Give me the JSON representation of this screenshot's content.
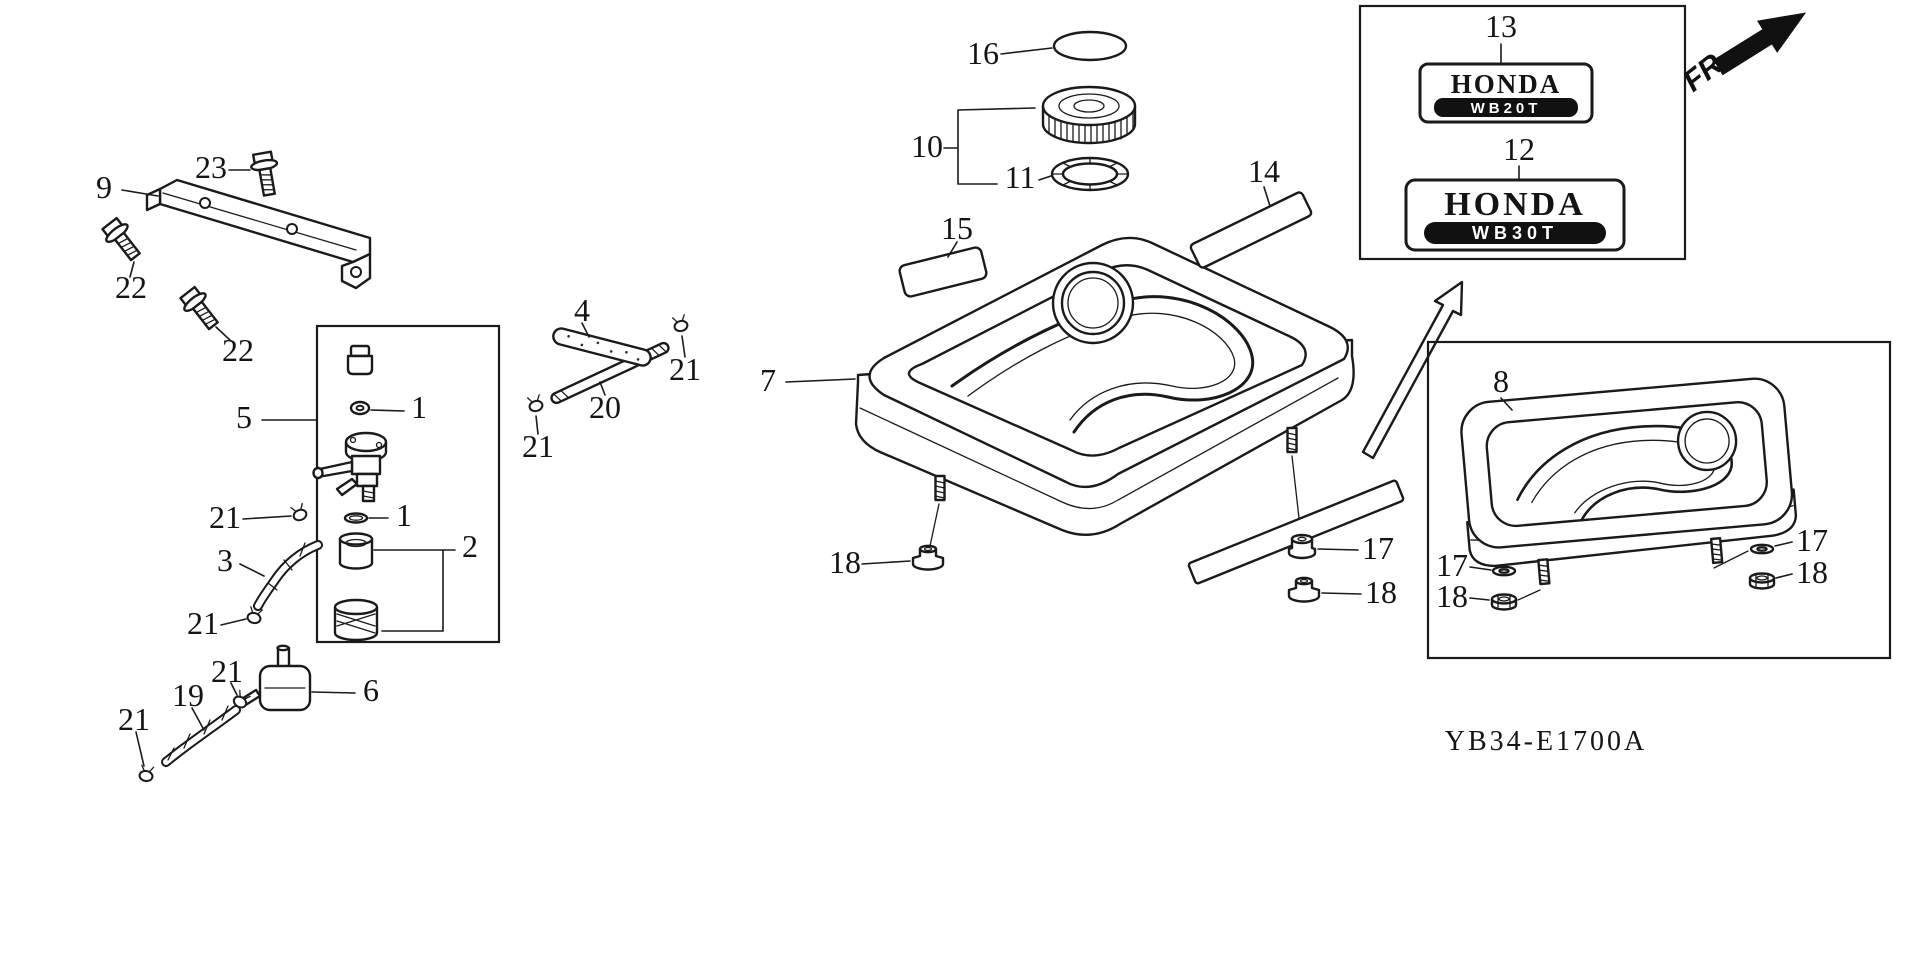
{
  "diagram": {
    "code": "YB34-E1700A",
    "direction_label": "FR."
  },
  "badges": {
    "top": {
      "brand": "HONDA",
      "model": "WB20T"
    },
    "bottom": {
      "brand": "HONDA",
      "model": "WB30T"
    }
  },
  "labels": {
    "l9": "9",
    "l23": "23",
    "l22a": "22",
    "l22b": "22",
    "l5": "5",
    "l1a": "1",
    "l1b": "1",
    "l2": "2",
    "l3": "3",
    "l21a": "21",
    "l21b": "21",
    "l21c": "21",
    "l21d": "21",
    "l21e": "21",
    "l21f": "21",
    "l19": "19",
    "l6": "6",
    "l4": "4",
    "l20": "20",
    "l16": "16",
    "l10": "10",
    "l11": "11",
    "l15": "15",
    "l14": "14",
    "l7": "7",
    "l18a": "18",
    "l17a": "17",
    "l18b": "18",
    "l13": "13",
    "l12": "12",
    "l8": "8",
    "l17b": "17",
    "l18c": "18",
    "l17c": "17",
    "l18d": "18"
  },
  "colors": {
    "background": "#ffffff",
    "line": "#1a1a1a",
    "badge_fill": "#111111"
  }
}
